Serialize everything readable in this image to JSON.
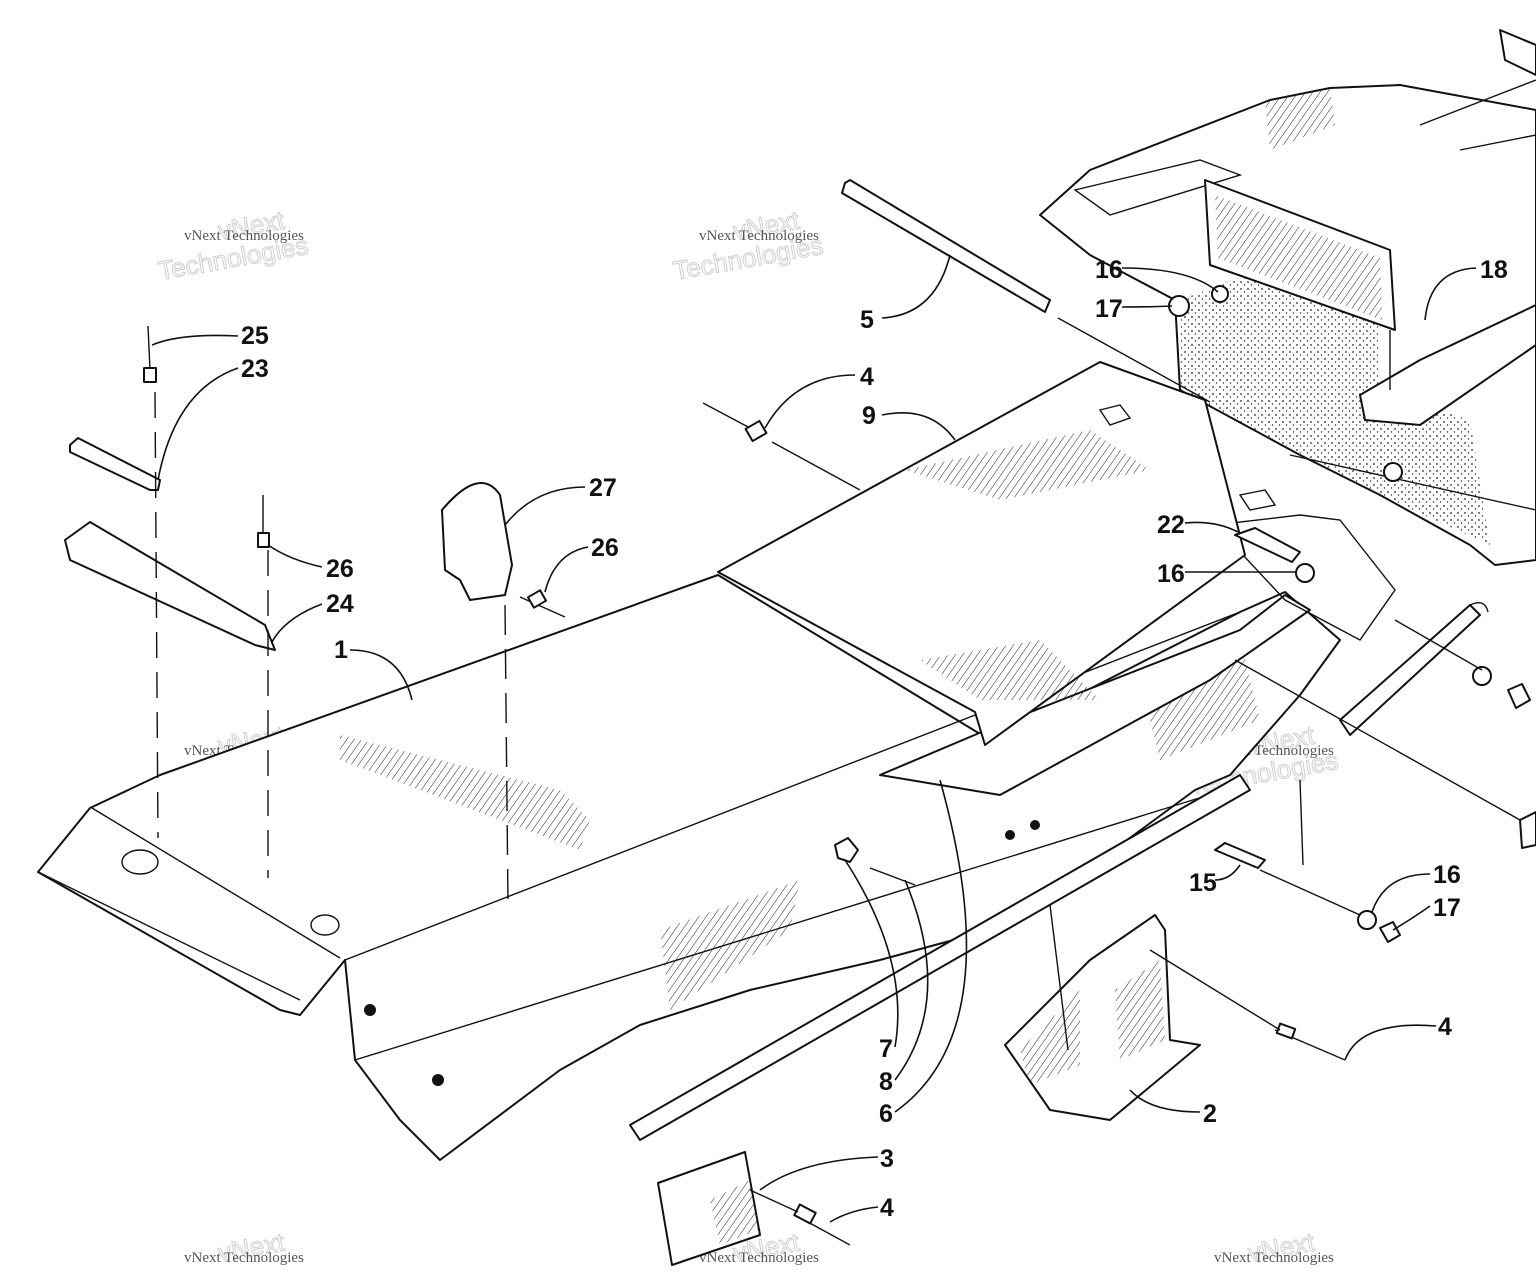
{
  "diagram": {
    "callouts": [
      {
        "id": "c25",
        "label": "25"
      },
      {
        "id": "c23",
        "label": "23"
      },
      {
        "id": "c26a",
        "label": "26"
      },
      {
        "id": "c24",
        "label": "24"
      },
      {
        "id": "c1",
        "label": "1"
      },
      {
        "id": "c27",
        "label": "27"
      },
      {
        "id": "c26b",
        "label": "26"
      },
      {
        "id": "c5",
        "label": "5"
      },
      {
        "id": "c4a",
        "label": "4"
      },
      {
        "id": "c9",
        "label": "9"
      },
      {
        "id": "c16a",
        "label": "16"
      },
      {
        "id": "c17a",
        "label": "17"
      },
      {
        "id": "c18",
        "label": "18"
      },
      {
        "id": "c22",
        "label": "22"
      },
      {
        "id": "c16b",
        "label": "16"
      },
      {
        "id": "c15",
        "label": "15"
      },
      {
        "id": "c16c",
        "label": "16"
      },
      {
        "id": "c17b",
        "label": "17"
      },
      {
        "id": "c4b",
        "label": "4"
      },
      {
        "id": "c2",
        "label": "2"
      },
      {
        "id": "c7",
        "label": "7"
      },
      {
        "id": "c8",
        "label": "8"
      },
      {
        "id": "c6",
        "label": "6"
      },
      {
        "id": "c3",
        "label": "3"
      },
      {
        "id": "c4c",
        "label": "4"
      }
    ],
    "watermark": {
      "line1": "vNext",
      "line2": "vNext Technologies",
      "line3": "Technologies"
    }
  }
}
